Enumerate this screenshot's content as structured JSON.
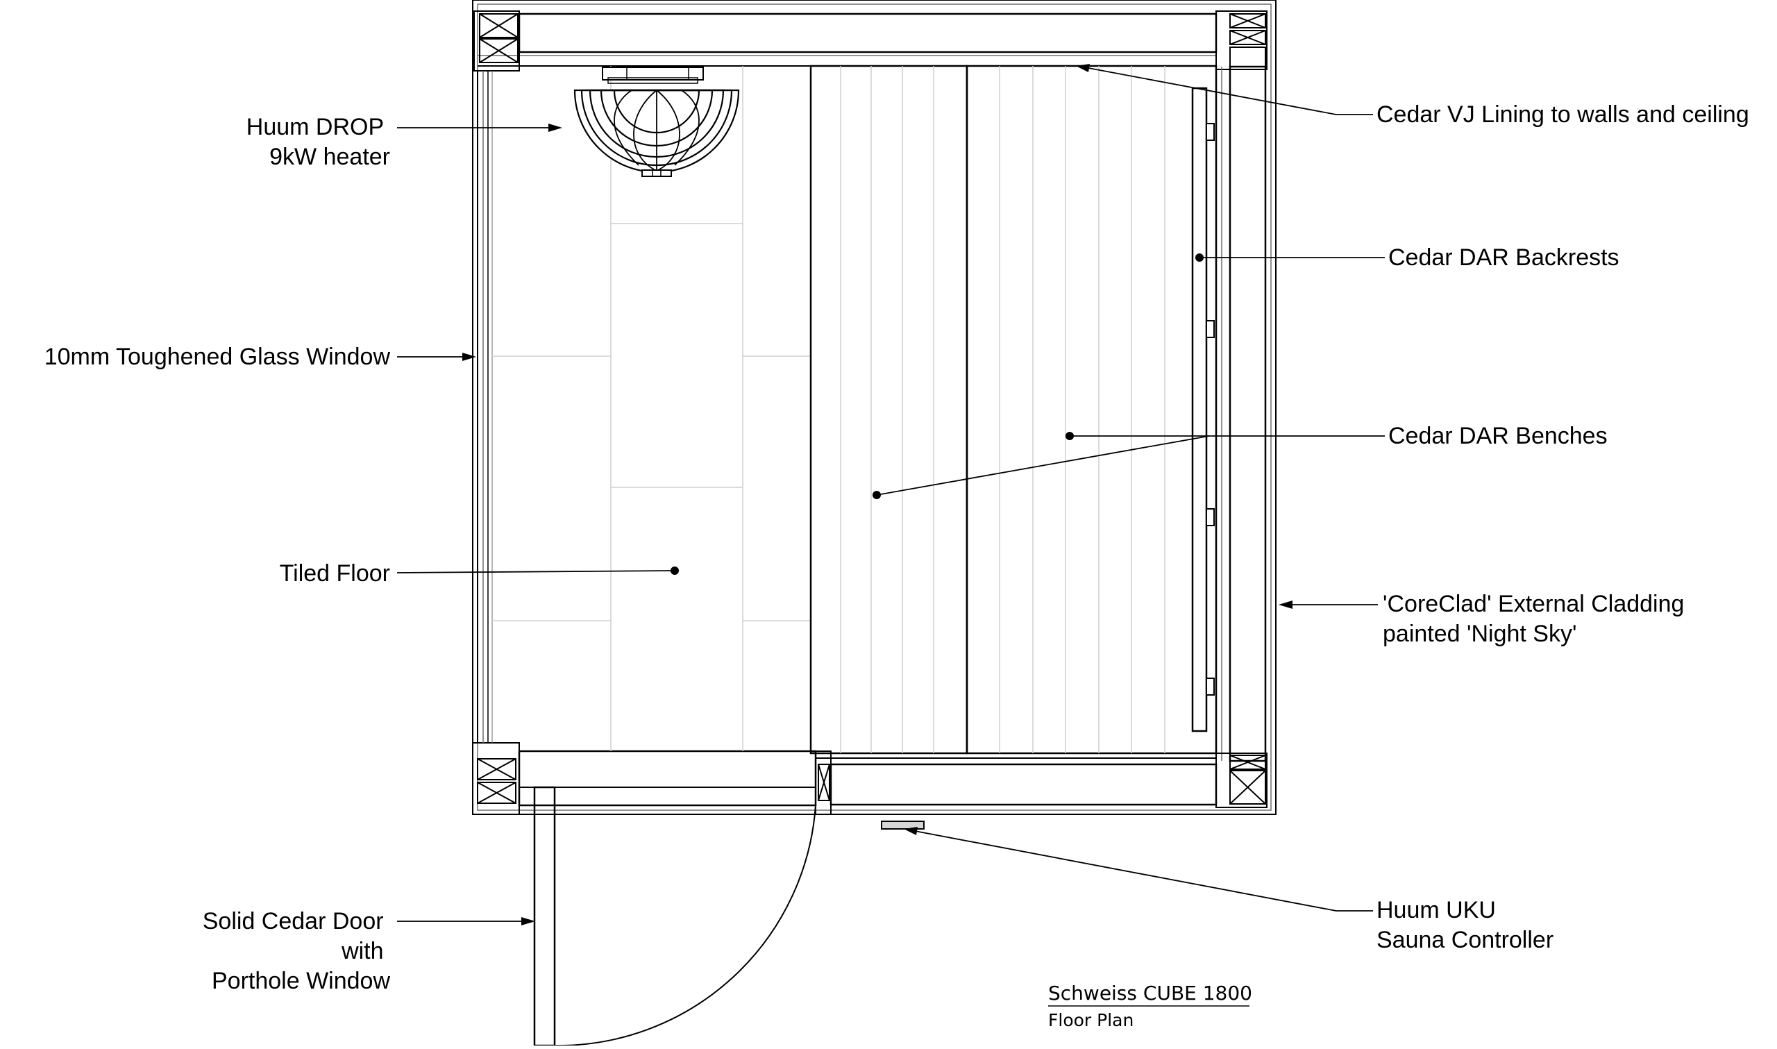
{
  "drawing": {
    "title": "Schweiss CUBE 1800",
    "subtitle": "Floor Plan"
  },
  "labels": {
    "heater": [
      "Huum DROP",
      "9kW heater"
    ],
    "window": [
      "10mm Toughened Glass Window"
    ],
    "floor": [
      "Tiled Floor"
    ],
    "door": [
      "Solid Cedar Door",
      "with",
      "Porthole Window"
    ],
    "lining": [
      "Cedar VJ Lining to walls and ceiling"
    ],
    "backrests": [
      "Cedar DAR Backrests"
    ],
    "benches": [
      "Cedar DAR Benches"
    ],
    "cladding": [
      "'CoreClad' External Cladding",
      "painted 'Night Sky'"
    ],
    "controller": [
      "Huum UKU",
      "Sauna Controller"
    ]
  },
  "colors": {
    "line": "#000000",
    "fine_line": "#6e6e6e",
    "tile_line": "#cfcfcf",
    "controller_fill": "#d6d6d6"
  }
}
